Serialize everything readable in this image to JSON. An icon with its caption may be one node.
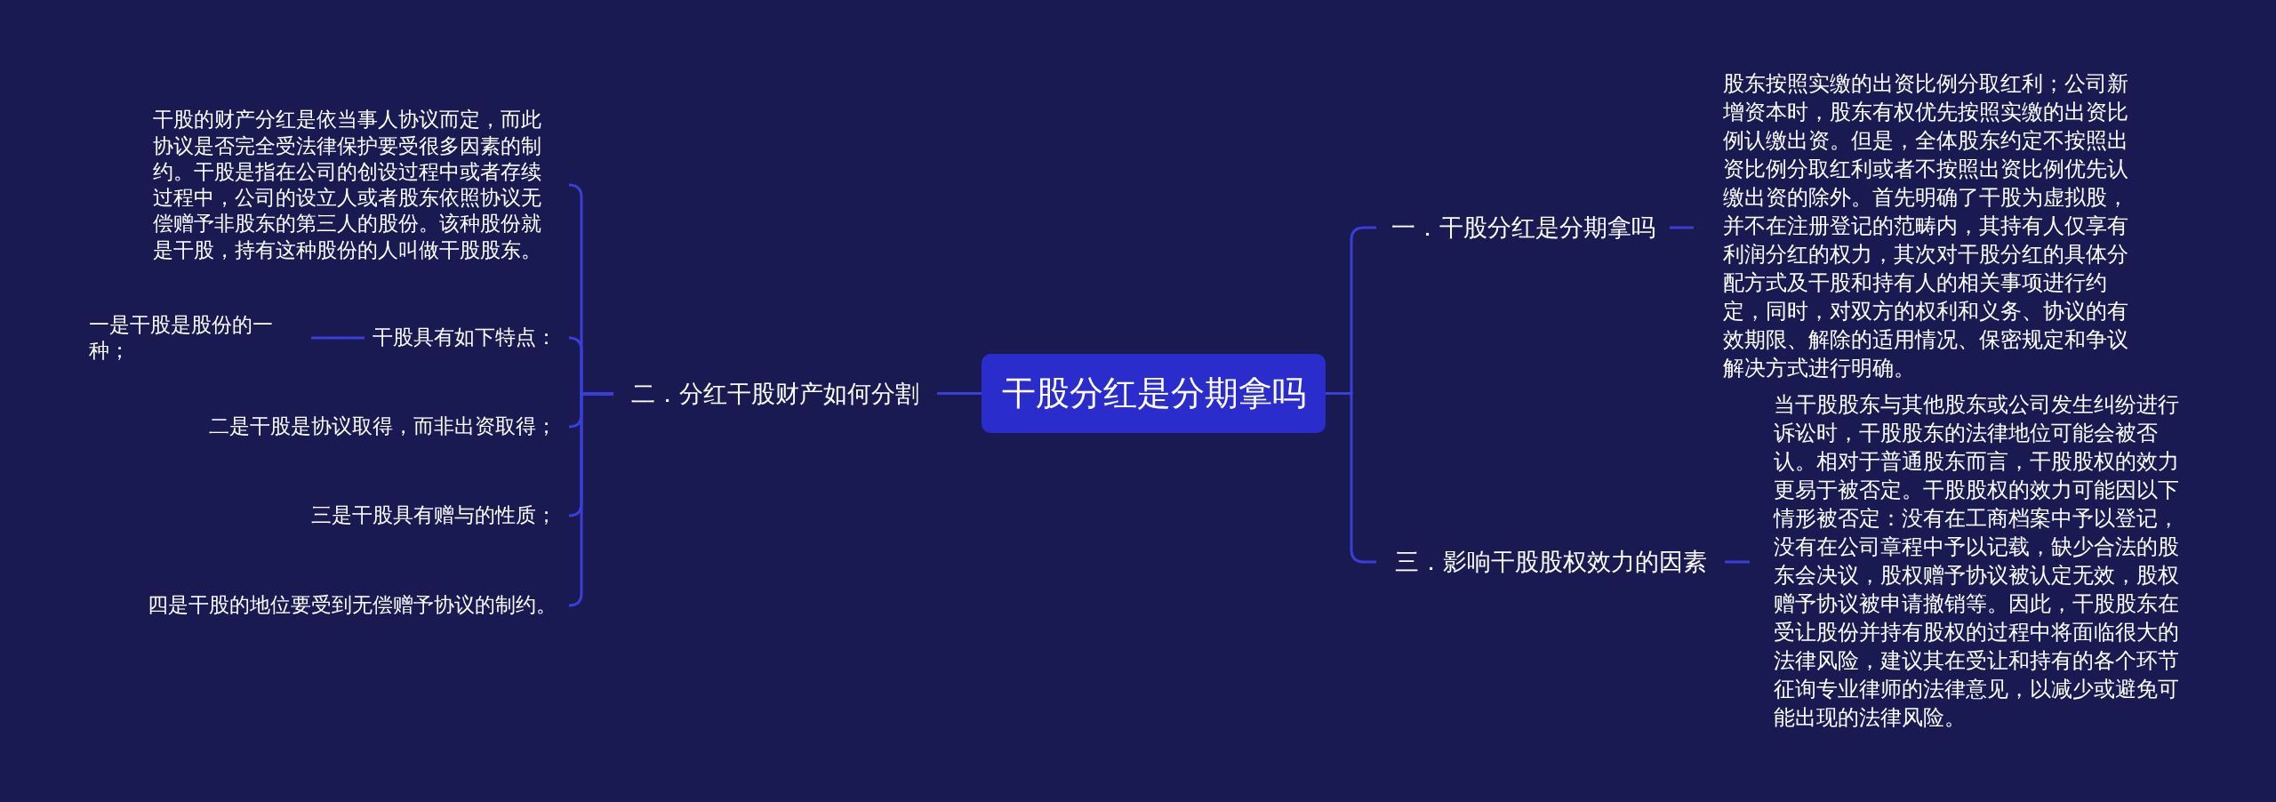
{
  "diagram": {
    "nodes": [
      {
        "text": [
          "干股分红是分期拿吗"
        ]
      },
      {
        "text": [
          "一．干股分红是分期拿吗"
        ]
      },
      {
        "text": [
          "股东按照实缴的出资比例分取红利；公司新增资本时，股东有权优先按照实缴的出资比例认缴出资。但是，全体股东约定不按照出资比例分取红利或者不按照出资比例优先认缴出资的除外。首先明确了干股为虚拟股，并不在注册登记的范畴内，其持有人仅享有利润分红的权力，其次对干股分红的具体分配方式及干股和持有人的相关事项进行约定，同时，对双方的权利和义务、协议的有效期限、解除的适用情况、保密规定和争议解决方式进行明确。"
        ]
      },
      {
        "text": [
          "三．影响干股股权效力的因素"
        ]
      },
      {
        "text": [
          "当干股股东与其他股东或公司发生纠纷进行诉讼时，干股股东的法律地位可能会被否认。相对于普通股东而言，干股股权的效力更易于被否定。干股股权的效力可能因以下情形被否定：没有在工商档案中予以登记，没有在公司章程中予以记载，缺少合法的股东会决议，股权赠予协议被认定无效，股权赠予协议被申请撤销等。因此，干股股东在受让股份并持有股权的过程中将面临很大的法律风险，建议其在受让和持有的各个环节征询专业律师的法律意见，以减少或避免可能出现的法律风险。"
        ]
      },
      {
        "text": [
          "二．分红干股财产如何分割"
        ]
      },
      {
        "text": [
          "干股的财产分红是依当事人协议而定，而此协议是否完全受法律保护要受很多因素的制约。干股是指在公司的创设过程中或者存续过程中，公司的设立人或者股东依照协议无偿赠予非股东的第三人的股份。该种股份就是干股，持有这种股份的人叫做干股股东。"
        ]
      },
      {
        "text": [
          "干股具有如下特点："
        ]
      },
      {
        "text": [
          "一是干股是股份的一种；"
        ]
      },
      {
        "text": [
          "二是干股是协议取得，而非出资取得；"
        ]
      },
      {
        "text": [
          "三是干股具有赠与的性质；"
        ]
      },
      {
        "text": [
          "四是干股的地位要受到无偿赠予协议的制约。"
        ]
      }
    ],
    "edges": [
      {
        "from": 0,
        "to": 1,
        "arrow": "none"
      },
      {
        "from": 1,
        "to": 2,
        "arrow": "none"
      },
      {
        "from": 0,
        "to": 3,
        "arrow": "none"
      },
      {
        "from": 3,
        "to": 4,
        "arrow": "none"
      },
      {
        "from": 0,
        "to": 5,
        "arrow": "none"
      },
      {
        "from": 5,
        "to": 6,
        "arrow": "none"
      },
      {
        "from": 5,
        "to": 7,
        "arrow": "none"
      },
      {
        "from": 7,
        "to": 8,
        "arrow": "none"
      },
      {
        "from": 5,
        "to": 9,
        "arrow": "none"
      },
      {
        "from": 5,
        "to": 10,
        "arrow": "none"
      },
      {
        "from": 5,
        "to": 11,
        "arrow": "none"
      }
    ]
  }
}
